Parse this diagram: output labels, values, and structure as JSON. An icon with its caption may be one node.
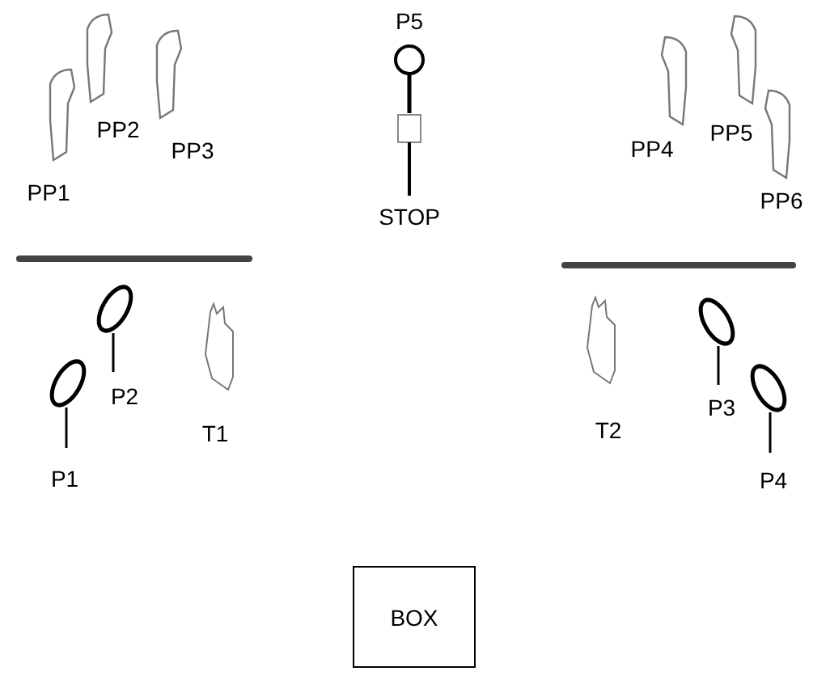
{
  "diagram": {
    "nodes": [
      {
        "text": [
          "PP1"
        ]
      },
      {
        "text": [
          "PP2"
        ]
      },
      {
        "text": [
          "PP3"
        ]
      },
      {
        "text": [
          "P5"
        ]
      },
      {
        "text": [
          "STOP"
        ]
      },
      {
        "text": [
          "PP4"
        ]
      },
      {
        "text": [
          "PP5"
        ]
      },
      {
        "text": [
          "PP6"
        ]
      },
      {
        "text": [
          "P2"
        ]
      },
      {
        "text": [
          "P1"
        ]
      },
      {
        "text": [
          "T1"
        ]
      },
      {
        "text": [
          "T2"
        ]
      },
      {
        "text": [
          "P3"
        ]
      },
      {
        "text": [
          "P4"
        ]
      },
      {
        "text": [
          "BOX"
        ]
      }
    ],
    "edges": []
  }
}
